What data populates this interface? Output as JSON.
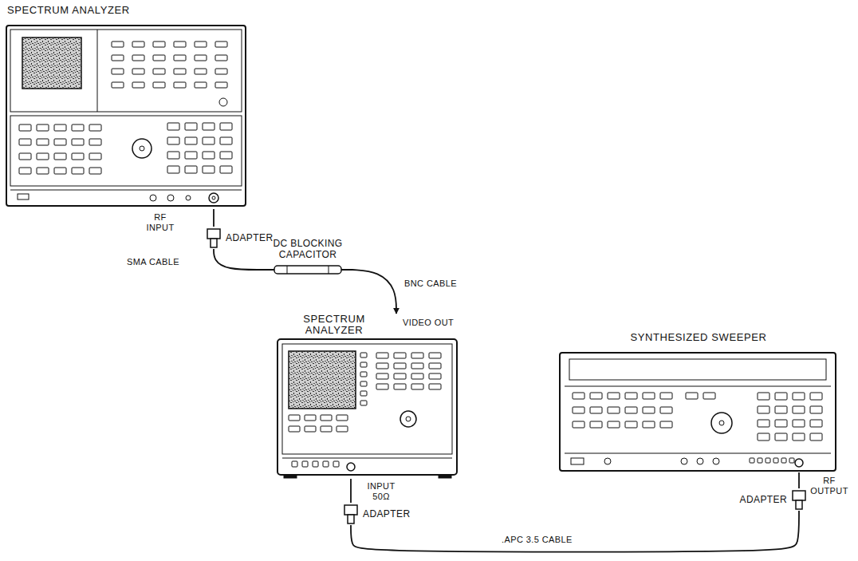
{
  "diagram": {
    "nodes": [
      {
        "text": [
          "SPECTRUM ANALYZER"
        ]
      },
      {
        "text": [
          "ADAPTER"
        ]
      },
      {
        "text": [
          "DC BLOCKING CAPACITOR"
        ]
      },
      {
        "text": [
          "SPECTRUM ANALYZER"
        ]
      },
      {
        "text": [
          "ADAPTER"
        ]
      },
      {
        "text": [
          "SYNTHESIZED SWEEPER"
        ]
      },
      {
        "text": [
          "ADAPTER"
        ]
      }
    ],
    "edges": [
      {
        "from": 0,
        "to": 1,
        "arrow": "none"
      },
      {
        "from": 1,
        "to": 2,
        "label": "SMA CABLE",
        "arrow": "none"
      },
      {
        "from": 2,
        "to": 3,
        "label": "BNC CABLE",
        "arrow": "to"
      },
      {
        "from": 3,
        "to": 4,
        "arrow": "none"
      },
      {
        "from": 5,
        "to": 6,
        "arrow": "none"
      },
      {
        "from": 4,
        "to": 6,
        "label": ".APC 3.5 CABLE",
        "arrow": "none"
      }
    ],
    "labels": [
      "RF INPUT",
      "VIDEO OUT",
      "INPUT 50Ω",
      "RF OUTPUT"
    ]
  }
}
